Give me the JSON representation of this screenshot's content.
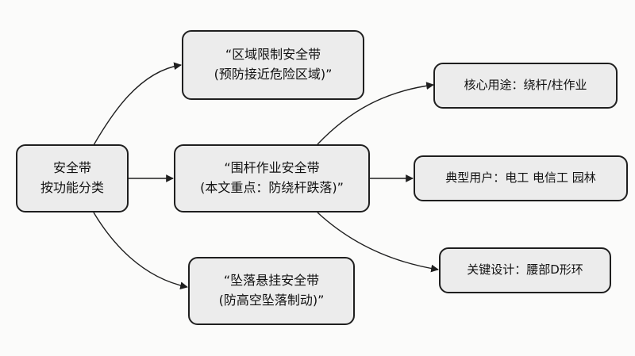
{
  "nodes": {
    "root": {
      "line1": "安全带",
      "line2": "按功能分类"
    },
    "zone": {
      "line1": "“区域限制安全带",
      "line2": "(预防接近危险区域)”"
    },
    "pole": {
      "line1": "“围杆作业安全带",
      "line2": "(本文重点：防绕杆跌落)”"
    },
    "fall": {
      "line1": "“坠落悬挂安全带",
      "line2": "(防高空坠落制动)”"
    },
    "use": {
      "line1": "核心用途：绕杆/柱作业"
    },
    "users": {
      "line1": "典型用户：电工 电信工 园林"
    },
    "design": {
      "line1": "关键设计：腰部D形环"
    }
  },
  "colors": {
    "stroke": "#1f1f1f",
    "fill": "#ececec",
    "background": "#fbfbfa"
  }
}
